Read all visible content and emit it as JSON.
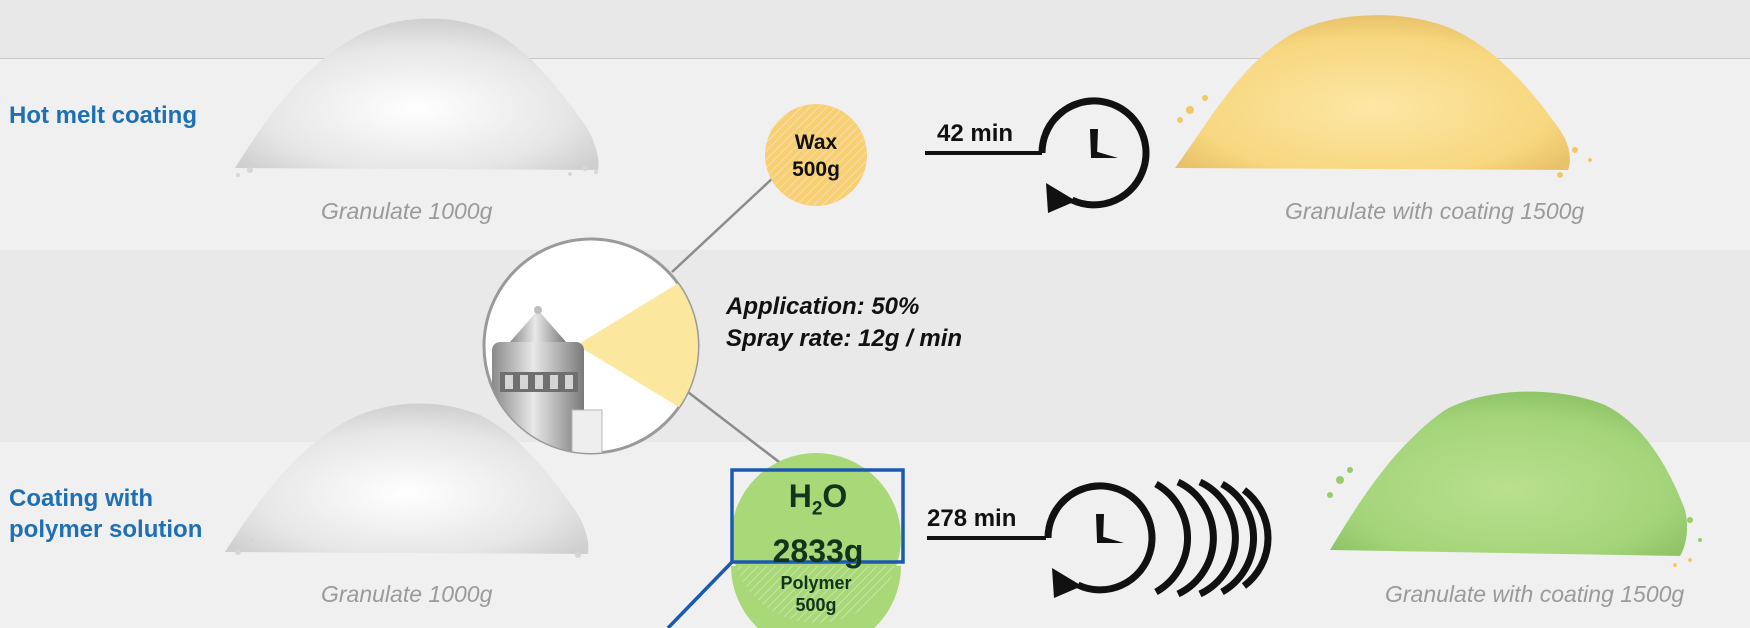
{
  "colors": {
    "label_blue": "#1e6fb6",
    "wax_yellow": "#f7cf74",
    "polymer_green": "#a9d879",
    "h2o_box_border": "#1b5ab0",
    "spray_cone": "#fbe79d"
  },
  "rows": [
    {
      "label_lines": [
        "Hot melt coating"
      ],
      "input_caption": "Granulate 1000g",
      "additive": {
        "name": "Wax",
        "amount": "500g"
      },
      "time": "42 min",
      "output_caption": "Granulate with coating 1500g"
    },
    {
      "label_lines": [
        "Coating with",
        "polymer solution"
      ],
      "input_caption": "Granulate 1000g",
      "solvent": {
        "name_main": "H",
        "name_sub": "2",
        "name_end": "O",
        "amount": "2833g"
      },
      "additive": {
        "name": "Polymer",
        "amount": "500g"
      },
      "time": "278 min",
      "output_caption": "Granulate with coating 1500g"
    }
  ],
  "spray": {
    "application": "Application: 50%",
    "spray_rate": "Spray rate: 12g / min"
  },
  "icons": [
    "granulate-pile-white",
    "granulate-pile-yellow",
    "granulate-pile-green",
    "spray-nozzle-icon",
    "stopwatch-icon"
  ]
}
